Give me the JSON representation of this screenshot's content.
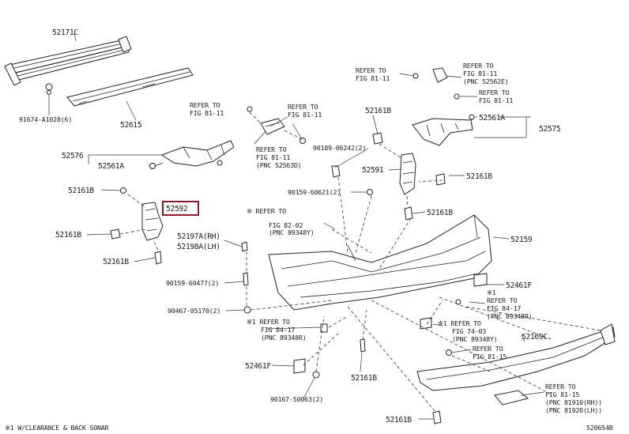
{
  "callouts": {
    "p52171C": "52171C",
    "p91674": "91674-A1028(6)",
    "p52615": "52615",
    "p52576": "52576",
    "p52561A_left": "52561A",
    "p52161B_a": "52161B",
    "p52592": "52592",
    "p52161B_b": "52161B",
    "p52161B_c": "52161B",
    "p52197A": "52197A(RH)",
    "p52198A": "52198A(LH)",
    "p90159_60477": "90159-60477(2)",
    "p90467": "90467-05170(2)",
    "p52461F_left": "52461F",
    "p90167": "90167-50063(2)",
    "p52161B_d": "52161B",
    "p52161B_e": "52161B",
    "p52161B_top": "52161B",
    "p90189": "90189-06242(2)",
    "p52591": "52591",
    "p52161B_r1": "52161B",
    "p90159_60621": "90159-60621(2)",
    "p52161B_r2": "52161B",
    "p52561A_right": "52561A",
    "p52575": "52575",
    "p52159": "52159",
    "p52461F_right": "52461F",
    "p52169C": "52169C"
  },
  "refs": {
    "r1": [
      "REFER TO",
      "FIG 81-11"
    ],
    "r2": [
      "REFER TO",
      "FIG 81-11"
    ],
    "r3": [
      "REFER TO",
      "FIG 81-11",
      "(PNC 52563D)"
    ],
    "r4": [
      "REFER TO",
      "FIG 81-11"
    ],
    "r5": [
      "REFER TO",
      "FIG 81-11",
      "(PNC 52562E)"
    ],
    "r6": [
      "REFER TO",
      "FIG 81-11"
    ],
    "r7": [
      "※ REFER TO",
      "FIG 82-02",
      "(PNC 89348Y)"
    ],
    "r8": [
      "※1 REFER TO",
      "FIG 84-17",
      "(PNC 89348R)"
    ],
    "r9": [
      "※1",
      "REFER TO",
      "FIG 84-17",
      "(PNC 89348R)"
    ],
    "r10": [
      "※1 REFER TO",
      "FIG 74-03",
      "(PNC 89348Y)"
    ],
    "r11": [
      "REFER TO",
      "FIG 81-15"
    ],
    "r12": [
      "REFER TO",
      "FIG 81-15",
      "(PNC 81910(RH))",
      "(PNC 81920(LH))"
    ]
  },
  "footnote": "※1 W/CLEARANCE & BACK SONAR",
  "figure_id": "520654B",
  "highlight_color": "#8b1a2e"
}
